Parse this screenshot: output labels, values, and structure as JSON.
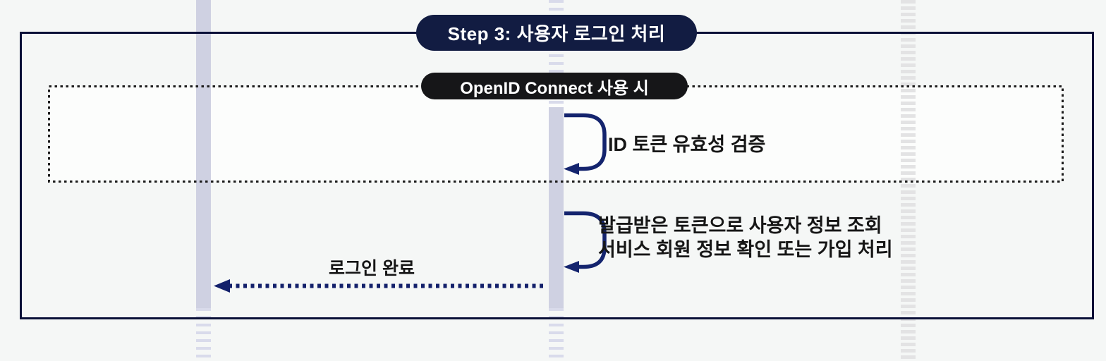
{
  "frame": {
    "title": "Step 3: 사용자 로그인 처리"
  },
  "fragment": {
    "title": "OpenID Connect 사용 시"
  },
  "messages": {
    "self_call_1": {
      "line1": "ID 토큰 유효성 검증"
    },
    "self_call_2": {
      "line1": "발급받은 토큰으로 사용자 정보 조회",
      "line2": "서비스 회원 정보 확인 또는 가입 처리"
    },
    "return_message": {
      "label": "로그인 완료"
    }
  },
  "lifelines": [
    {
      "name": "lifeline-left",
      "style": "solid-lavender"
    },
    {
      "name": "lifeline-middle",
      "style": "solid-lavender"
    },
    {
      "name": "lifeline-right",
      "style": "dashed-gray"
    }
  ],
  "colors": {
    "background": "#f5f7f6",
    "frame_border": "#0a1038",
    "step_pill_bg": "#121c42",
    "fragment_pill_bg": "#161618",
    "pill_text": "#ffffff",
    "arrow_navy": "#14246e",
    "return_arrow_navy": "#13206b",
    "label_text": "#161616",
    "lifeline_lavender": "#cfd1e2",
    "lifeline_lavender_dash": "#d9dbeb",
    "lifeline_gray_dash": "#e3e3e4",
    "fragment_border": "#1c1c1c",
    "fragment_fill": "#fcfdfc"
  }
}
